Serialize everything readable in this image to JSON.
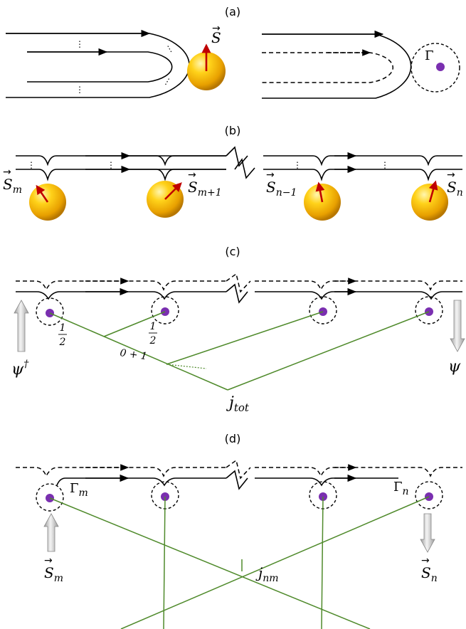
{
  "panels": {
    "a": {
      "label": "(a)",
      "spin": "S",
      "gamma": "Γ"
    },
    "b": {
      "label": "(b)",
      "spins": [
        "S",
        "S",
        "S",
        "S"
      ],
      "subs": [
        "m",
        "m+1",
        "n−1",
        "n"
      ]
    },
    "c": {
      "label": "(c)",
      "psi_dag": "ψ",
      "psi_dag_sup": "†",
      "psi": "ψ",
      "half1_num": "1",
      "half1_den": "2",
      "half2_num": "1",
      "half2_den": "2",
      "sum": "0 + 1",
      "jtot": "j",
      "jtot_sub": "tot"
    },
    "d": {
      "label": "(d)",
      "gamma_m": "Γ",
      "gamma_m_sub": "m",
      "gamma_n": "Γ",
      "gamma_n_sub": "n",
      "s_m": "S",
      "s_m_sub": "m",
      "s_n": "S",
      "s_n_sub": "n",
      "jnm": "j",
      "jnm_sub": "nm"
    }
  },
  "colors": {
    "spin_ball": "#f2b400",
    "spin_arrow": "#c00000",
    "site_dot": "#7a2fb0",
    "coupling_line": "#4f8a2b",
    "operator_arrow": "#bdbdbd"
  },
  "icons": [
    "spin-ball-icon",
    "spin-arrow-icon",
    "up-arrow-icon",
    "down-arrow-icon",
    "break-mark-icon"
  ]
}
